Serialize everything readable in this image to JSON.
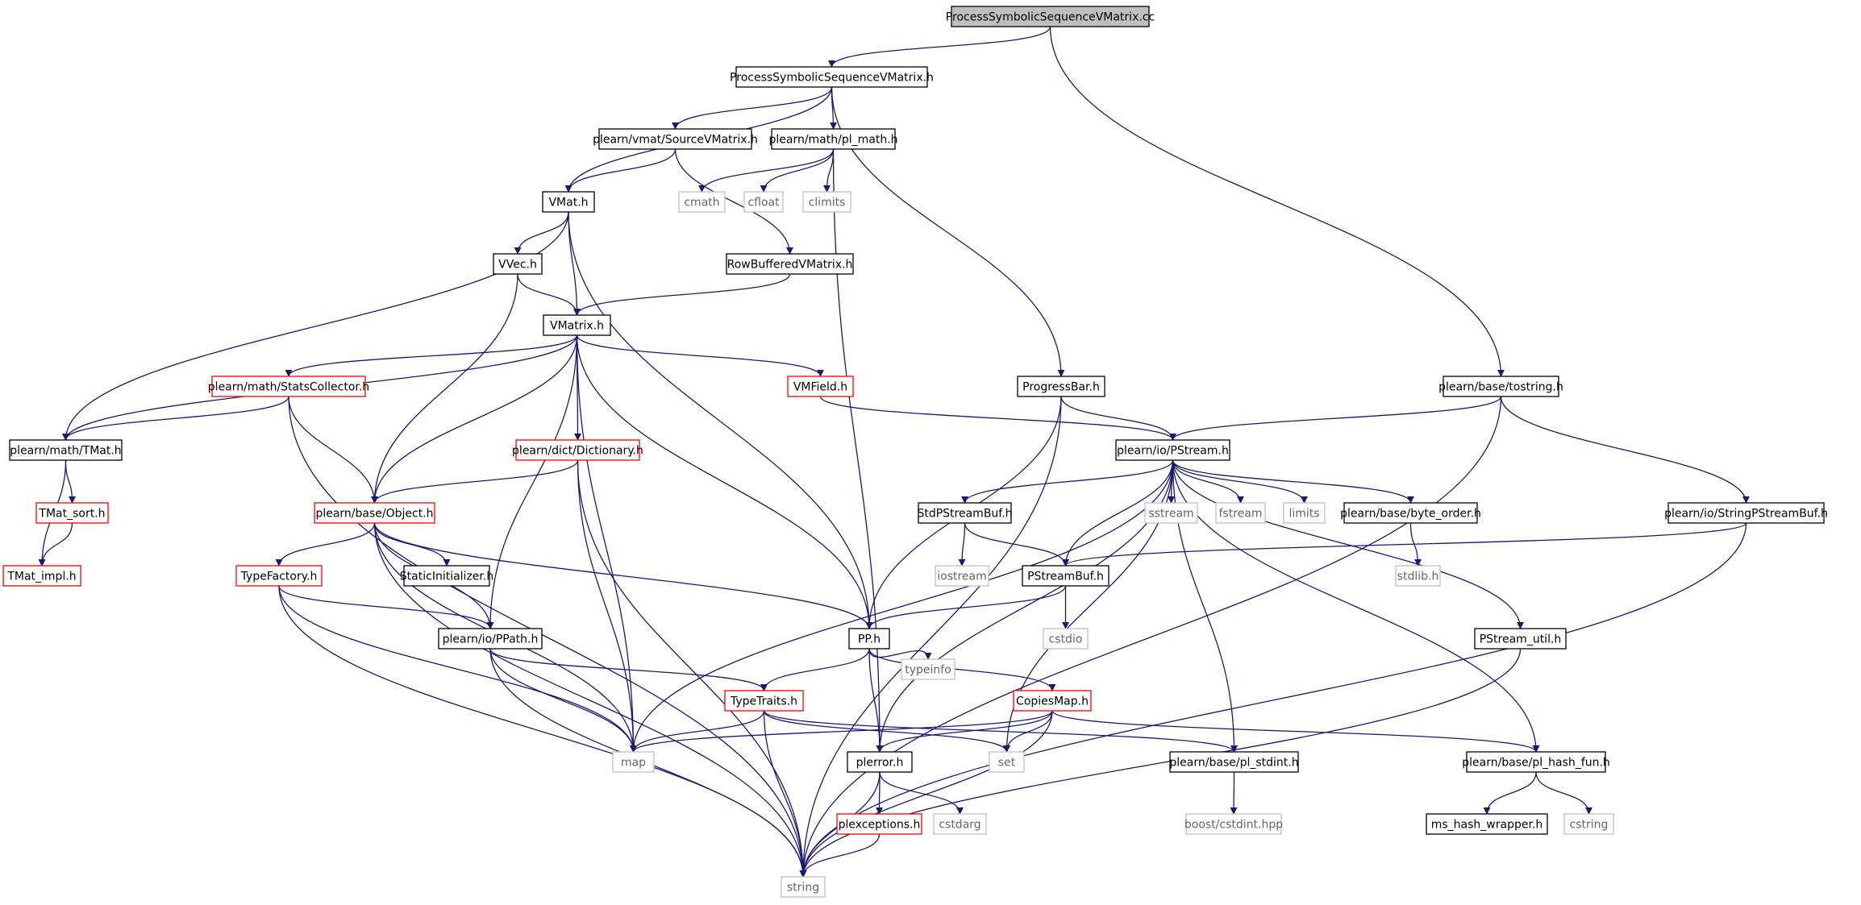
{
  "colors": {
    "edge": "#191970",
    "box_black": "#000000",
    "box_red": "#ff0000",
    "box_gray": "#bfbfbf",
    "root_fill": "#bfbfbf",
    "gray_text": "#666666"
  },
  "nodes": [
    {
      "id": "n0",
      "label": "ProcessSymbolicSequenceVMatrix.cc",
      "style": "root"
    },
    {
      "id": "n1",
      "label": "ProcessSymbolicSequenceVMatrix.h",
      "style": "black"
    },
    {
      "id": "n2",
      "label": "plearn/vmat/SourceVMatrix.h",
      "style": "black"
    },
    {
      "id": "n3",
      "label": "plearn/math/pl_math.h",
      "style": "black"
    },
    {
      "id": "n4",
      "label": "VMat.h",
      "style": "black"
    },
    {
      "id": "n5",
      "label": "cmath",
      "style": "gray"
    },
    {
      "id": "n6",
      "label": "cfloat",
      "style": "gray"
    },
    {
      "id": "n7",
      "label": "climits",
      "style": "gray"
    },
    {
      "id": "n8",
      "label": "VVec.h",
      "style": "black"
    },
    {
      "id": "n9",
      "label": "RowBufferedVMatrix.h",
      "style": "black"
    },
    {
      "id": "n10",
      "label": "VMatrix.h",
      "style": "black"
    },
    {
      "id": "n11",
      "label": "plearn/math/StatsCollector.h",
      "style": "red"
    },
    {
      "id": "n12",
      "label": "VMField.h",
      "style": "red"
    },
    {
      "id": "n13",
      "label": "ProgressBar.h",
      "style": "black"
    },
    {
      "id": "n14",
      "label": "plearn/base/tostring.h",
      "style": "black"
    },
    {
      "id": "n15",
      "label": "plearn/math/TMat.h",
      "style": "black"
    },
    {
      "id": "n16",
      "label": "plearn/dict/Dictionary.h",
      "style": "red"
    },
    {
      "id": "n17",
      "label": "plearn/io/PStream.h",
      "style": "black"
    },
    {
      "id": "n18",
      "label": "TMat_sort.h",
      "style": "red"
    },
    {
      "id": "n19",
      "label": "plearn/base/Object.h",
      "style": "red"
    },
    {
      "id": "n20",
      "label": "StdPStreamBuf.h",
      "style": "black"
    },
    {
      "id": "n21",
      "label": "sstream",
      "style": "gray"
    },
    {
      "id": "n22",
      "label": "fstream",
      "style": "gray"
    },
    {
      "id": "n23",
      "label": "limits",
      "style": "gray"
    },
    {
      "id": "n24",
      "label": "plearn/base/byte_order.h",
      "style": "black"
    },
    {
      "id": "n25",
      "label": "plearn/io/StringPStreamBuf.h",
      "style": "black"
    },
    {
      "id": "n26",
      "label": "TMat_impl.h",
      "style": "red"
    },
    {
      "id": "n27",
      "label": "TypeFactory.h",
      "style": "red"
    },
    {
      "id": "n28",
      "label": "StaticInitializer.h",
      "style": "black"
    },
    {
      "id": "n29",
      "label": "iostream",
      "style": "gray"
    },
    {
      "id": "n30",
      "label": "PStreamBuf.h",
      "style": "black"
    },
    {
      "id": "n31",
      "label": "stdlib.h",
      "style": "gray"
    },
    {
      "id": "n32",
      "label": "cstdio",
      "style": "gray"
    },
    {
      "id": "n33",
      "label": "plearn/io/PPath.h",
      "style": "black"
    },
    {
      "id": "n34",
      "label": "PP.h",
      "style": "black"
    },
    {
      "id": "n35",
      "label": "PStream_util.h",
      "style": "black"
    },
    {
      "id": "n36",
      "label": "typeinfo",
      "style": "gray"
    },
    {
      "id": "n37",
      "label": "TypeTraits.h",
      "style": "red"
    },
    {
      "id": "n38",
      "label": "CopiesMap.h",
      "style": "red"
    },
    {
      "id": "n39",
      "label": "map",
      "style": "gray"
    },
    {
      "id": "n40",
      "label": "plerror.h",
      "style": "black"
    },
    {
      "id": "n41",
      "label": "set",
      "style": "gray"
    },
    {
      "id": "n42",
      "label": "plearn/base/pl_stdint.h",
      "style": "black"
    },
    {
      "id": "n43",
      "label": "plearn/base/pl_hash_fun.h",
      "style": "black"
    },
    {
      "id": "n44",
      "label": "plexceptions.h",
      "style": "red"
    },
    {
      "id": "n45",
      "label": "cstdarg",
      "style": "gray"
    },
    {
      "id": "n46",
      "label": "boost/cstdint.hpp",
      "style": "gray"
    },
    {
      "id": "n47",
      "label": "ms_hash_wrapper.h",
      "style": "black"
    },
    {
      "id": "n48",
      "label": "cstring",
      "style": "gray"
    },
    {
      "id": "n49",
      "label": "string",
      "style": "gray"
    }
  ],
  "edges": [
    [
      "n0",
      "n1"
    ],
    [
      "n0",
      "n14"
    ],
    [
      "n1",
      "n4"
    ],
    [
      "n1",
      "n2"
    ],
    [
      "n1",
      "n3"
    ],
    [
      "n1",
      "n13"
    ],
    [
      "n2",
      "n4"
    ],
    [
      "n2",
      "n9"
    ],
    [
      "n3",
      "n5"
    ],
    [
      "n3",
      "n6"
    ],
    [
      "n3",
      "n7"
    ],
    [
      "n3",
      "n40"
    ],
    [
      "n4",
      "n8"
    ],
    [
      "n4",
      "n10"
    ],
    [
      "n4",
      "n15"
    ],
    [
      "n4",
      "n34"
    ],
    [
      "n8",
      "n10"
    ],
    [
      "n8",
      "n19"
    ],
    [
      "n9",
      "n10"
    ],
    [
      "n10",
      "n15"
    ],
    [
      "n10",
      "n11"
    ],
    [
      "n10",
      "n19"
    ],
    [
      "n10",
      "n33"
    ],
    [
      "n10",
      "n16"
    ],
    [
      "n10",
      "n39"
    ],
    [
      "n10",
      "n34"
    ],
    [
      "n10",
      "n12"
    ],
    [
      "n11",
      "n15"
    ],
    [
      "n11",
      "n19"
    ],
    [
      "n11",
      "n49"
    ],
    [
      "n12",
      "n17"
    ],
    [
      "n13",
      "n17"
    ],
    [
      "n13",
      "n34"
    ],
    [
      "n13",
      "n49"
    ],
    [
      "n14",
      "n17"
    ],
    [
      "n14",
      "n25"
    ],
    [
      "n14",
      "n49"
    ],
    [
      "n15",
      "n18"
    ],
    [
      "n15",
      "n26"
    ],
    [
      "n16",
      "n19"
    ],
    [
      "n16",
      "n39"
    ],
    [
      "n16",
      "n49"
    ],
    [
      "n17",
      "n20"
    ],
    [
      "n17",
      "n21"
    ],
    [
      "n17",
      "n22"
    ],
    [
      "n17",
      "n23"
    ],
    [
      "n17",
      "n24"
    ],
    [
      "n17",
      "n30"
    ],
    [
      "n17",
      "n35"
    ],
    [
      "n17",
      "n39"
    ],
    [
      "n17",
      "n40"
    ],
    [
      "n17",
      "n41"
    ],
    [
      "n17",
      "n42"
    ],
    [
      "n17",
      "n43"
    ],
    [
      "n18",
      "n26"
    ],
    [
      "n19",
      "n27"
    ],
    [
      "n19",
      "n28"
    ],
    [
      "n19",
      "n33"
    ],
    [
      "n19",
      "n39"
    ],
    [
      "n19",
      "n34"
    ],
    [
      "n19",
      "n49"
    ],
    [
      "n20",
      "n29"
    ],
    [
      "n20",
      "n30"
    ],
    [
      "n24",
      "n31"
    ],
    [
      "n25",
      "n30"
    ],
    [
      "n25",
      "n49"
    ],
    [
      "n27",
      "n33"
    ],
    [
      "n27",
      "n39"
    ],
    [
      "n27",
      "n49"
    ],
    [
      "n30",
      "n32"
    ],
    [
      "n30",
      "n34"
    ],
    [
      "n33",
      "n37"
    ],
    [
      "n33",
      "n39"
    ],
    [
      "n33",
      "n49"
    ],
    [
      "n34",
      "n36"
    ],
    [
      "n34",
      "n37"
    ],
    [
      "n34",
      "n38"
    ],
    [
      "n34",
      "n40"
    ],
    [
      "n35",
      "n49"
    ],
    [
      "n37",
      "n39"
    ],
    [
      "n37",
      "n41"
    ],
    [
      "n37",
      "n42"
    ],
    [
      "n37",
      "n49"
    ],
    [
      "n38",
      "n39"
    ],
    [
      "n38",
      "n41"
    ],
    [
      "n38",
      "n40"
    ],
    [
      "n38",
      "n43"
    ],
    [
      "n38",
      "n49"
    ],
    [
      "n40",
      "n44"
    ],
    [
      "n40",
      "n45"
    ],
    [
      "n40",
      "n49"
    ],
    [
      "n42",
      "n46"
    ],
    [
      "n43",
      "n47"
    ],
    [
      "n43",
      "n48"
    ],
    [
      "n44",
      "n49"
    ]
  ]
}
